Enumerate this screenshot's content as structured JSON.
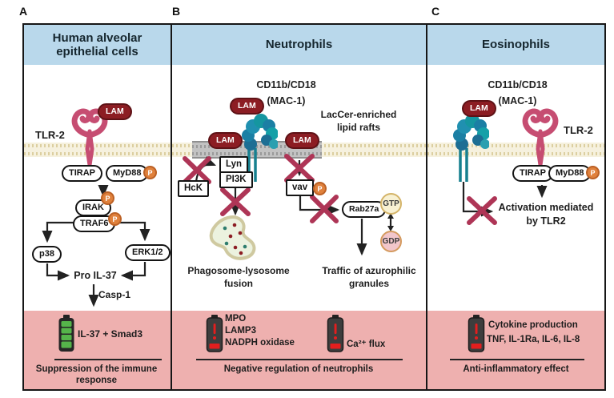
{
  "labels": {
    "a": "A",
    "b": "B",
    "c": "C"
  },
  "common": {
    "lam": "LAM",
    "p": "P"
  },
  "panel_a": {
    "title": "Human alveolar epithelial cells",
    "tlr2": "TLR-2",
    "tirap": "TIRAP",
    "myd88": "MyD88",
    "irak": "IRAK",
    "traf6": "TRAF6",
    "p38": "p38",
    "erk12": "ERK1/2",
    "pro_il37": "Pro IL-37",
    "casp1": "Casp-1",
    "battery_text": "IL-37 + Smad3",
    "outcome": "Suppression of the immune response"
  },
  "panel_b": {
    "title": "Neutrophils",
    "receptor_line1": "CD11b/CD18",
    "receptor_line2": "(MAC-1)",
    "lipid_rafts": "LacCer-enriched lipid rafts",
    "hck": "HcK",
    "lyn": "Lyn",
    "pi3k": "PI3K",
    "vav": "vav",
    "rab27a": "Rab27a",
    "gtp": "GTP",
    "gdp": "GDP",
    "phagosome_text": "Phagosome-lysosome fusion",
    "traffic_text": "Traffic of azurophilic granules",
    "battery1_line1": "MPO",
    "battery1_line2": "LAMP3",
    "battery1_line3": "NADPH oxidase",
    "battery2_text": "Ca²⁺ flux",
    "outcome": "Negative regulation of neutrophils"
  },
  "panel_c": {
    "title": "Eosinophils",
    "receptor_line1": "CD11b/CD18",
    "receptor_line2": "(MAC-1)",
    "tlr2": "TLR-2",
    "tirap": "TIRAP",
    "myd88": "MyD88",
    "activation_text": "Activation mediated by TLR2",
    "battery_line1": "Cytokine production",
    "battery_line2": "TNF, IL-1Ra, IL-6, IL-8",
    "outcome": "Anti-inflammatory effect"
  },
  "colors": {
    "header_bg": "#b9d8eb",
    "footer_bg": "#eeb0af",
    "lam_bg": "#8c1d23",
    "x_mark": "#ae3556",
    "phospho_orange": "#e0813c",
    "receptor_pink": "#c64d72",
    "receptor_teal": "#1b7fa4",
    "battery_green": "#55b44a",
    "battery_red": "#e31e1e"
  }
}
